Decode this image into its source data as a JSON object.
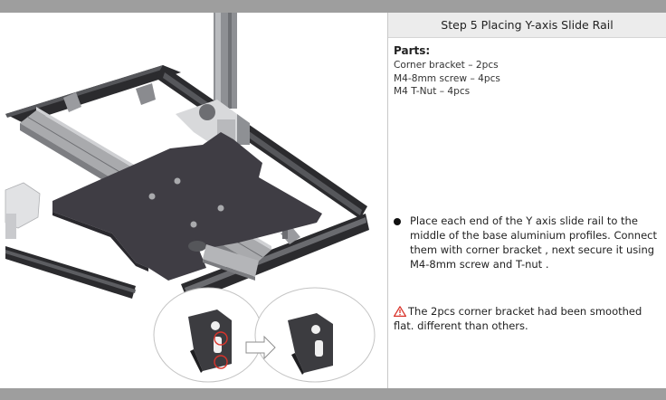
{
  "step": {
    "title": "Step 5  Placing Y-axis Slide Rail"
  },
  "parts": {
    "title": "Parts:",
    "items": [
      "Corner bracket – 2pcs",
      "M4-8mm screw – 4pcs",
      "M4 T-Nut – 4pcs"
    ]
  },
  "instruction": {
    "text": "Place each end of the Y axis slide rail to the middle of  the base aluminium profiles. Connect them with corner bracket , next secure it using M4-8mm screw and T-nut ."
  },
  "warning": {
    "text": "The 2pcs corner bracket had been smoothed flat. different than others."
  },
  "colors": {
    "header_bg": "#ececec",
    "bars": "#9e9e9e",
    "warning_icon": "#d9342b",
    "plate": "#3f3d44",
    "profile": "#2b2b2e",
    "rail": "#a9aaad"
  },
  "icons": {
    "bullet": "filled-circle-bullet",
    "warning": "warning-triangle-icon",
    "arrow": "right-outline-arrow-icon"
  }
}
